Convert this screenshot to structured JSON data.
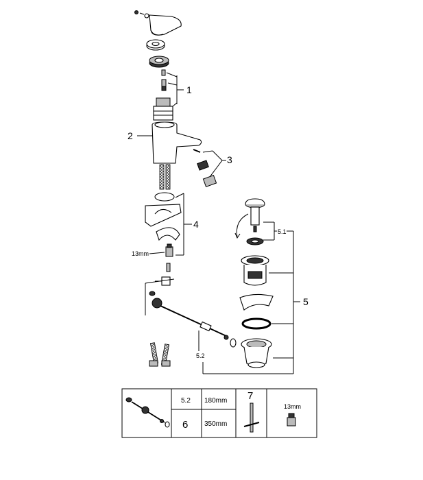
{
  "callouts": {
    "part_1": "1",
    "part_2": "2",
    "part_3": "3",
    "part_4": "4",
    "part_5": "5",
    "part_5_1": "5.1",
    "part_5_2": "5.2",
    "wrench_size": "13mm"
  },
  "table": {
    "row1_ref": "5.2",
    "row1_len": "180mm",
    "row2_ref": "6",
    "row2_len": "350mm",
    "tool_ref": "7",
    "tool_size": "13mm"
  }
}
